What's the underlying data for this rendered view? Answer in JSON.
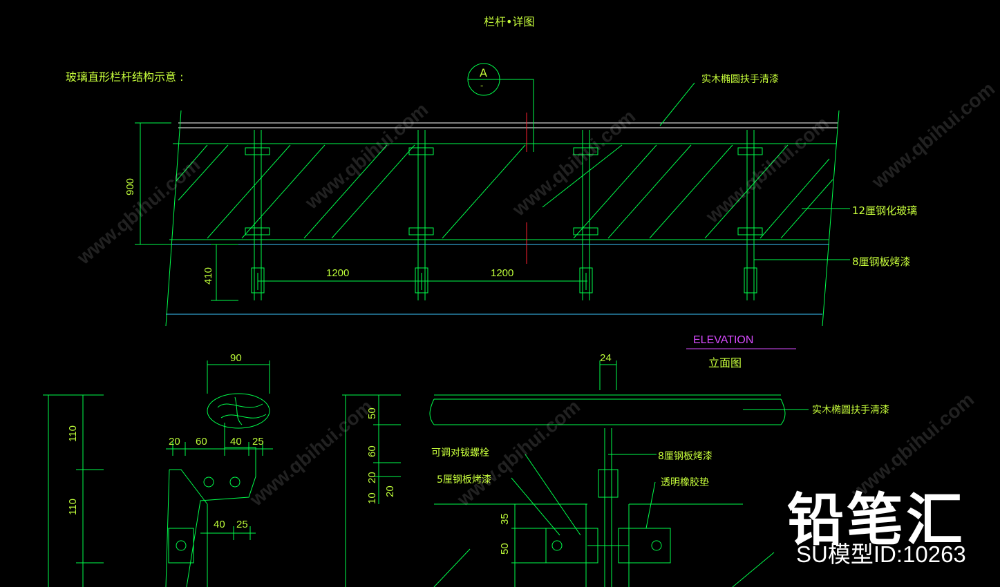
{
  "drawing": {
    "title": "栏杆•详图",
    "subtitle": "玻璃直形栏杆结构示意 :",
    "callout_letter": "A",
    "callout_sub": "-",
    "elevation_en": "ELEVATION",
    "elevation_cn": "立面图"
  },
  "labels": {
    "handrail_top": "实木椭圆扶手清漆",
    "glass": "12厘钢化玻璃",
    "steel_plate_8_top": "8厘钢板烤漆",
    "handrail_detail": "实木椭圆扶手清漆",
    "steel_plate_8_detail": "8厘钢板烤漆",
    "bolt": "可调对钹螺栓",
    "steel_plate_5": "5厘钢板烤漆",
    "rubber_pad": "透明橡胶垫"
  },
  "dimensions": {
    "height_900": "900",
    "height_410": "410",
    "span1": "1200",
    "span2": "1200",
    "d90": "90",
    "d20": "20",
    "d60": "60",
    "d40a": "40",
    "d25a": "25",
    "d110a": "110",
    "d110b": "110",
    "d40b": "40",
    "d25b": "25",
    "d24": "24",
    "d50a": "50",
    "d60b": "60",
    "d20b": "20",
    "d10": "10",
    "d20c": "20",
    "d35": "35",
    "d50b": "50"
  },
  "branding": {
    "logo": "铅笔汇",
    "model_id": "SU模型ID:10263",
    "watermark": "www.qbihui.com"
  },
  "colors": {
    "background": "#000000",
    "line": "#00ff4c",
    "text": "#c8ff3c",
    "white": "#ffffff",
    "cyan": "#3cc8ff",
    "red": "#ff2030",
    "magenta": "#d84bff"
  }
}
